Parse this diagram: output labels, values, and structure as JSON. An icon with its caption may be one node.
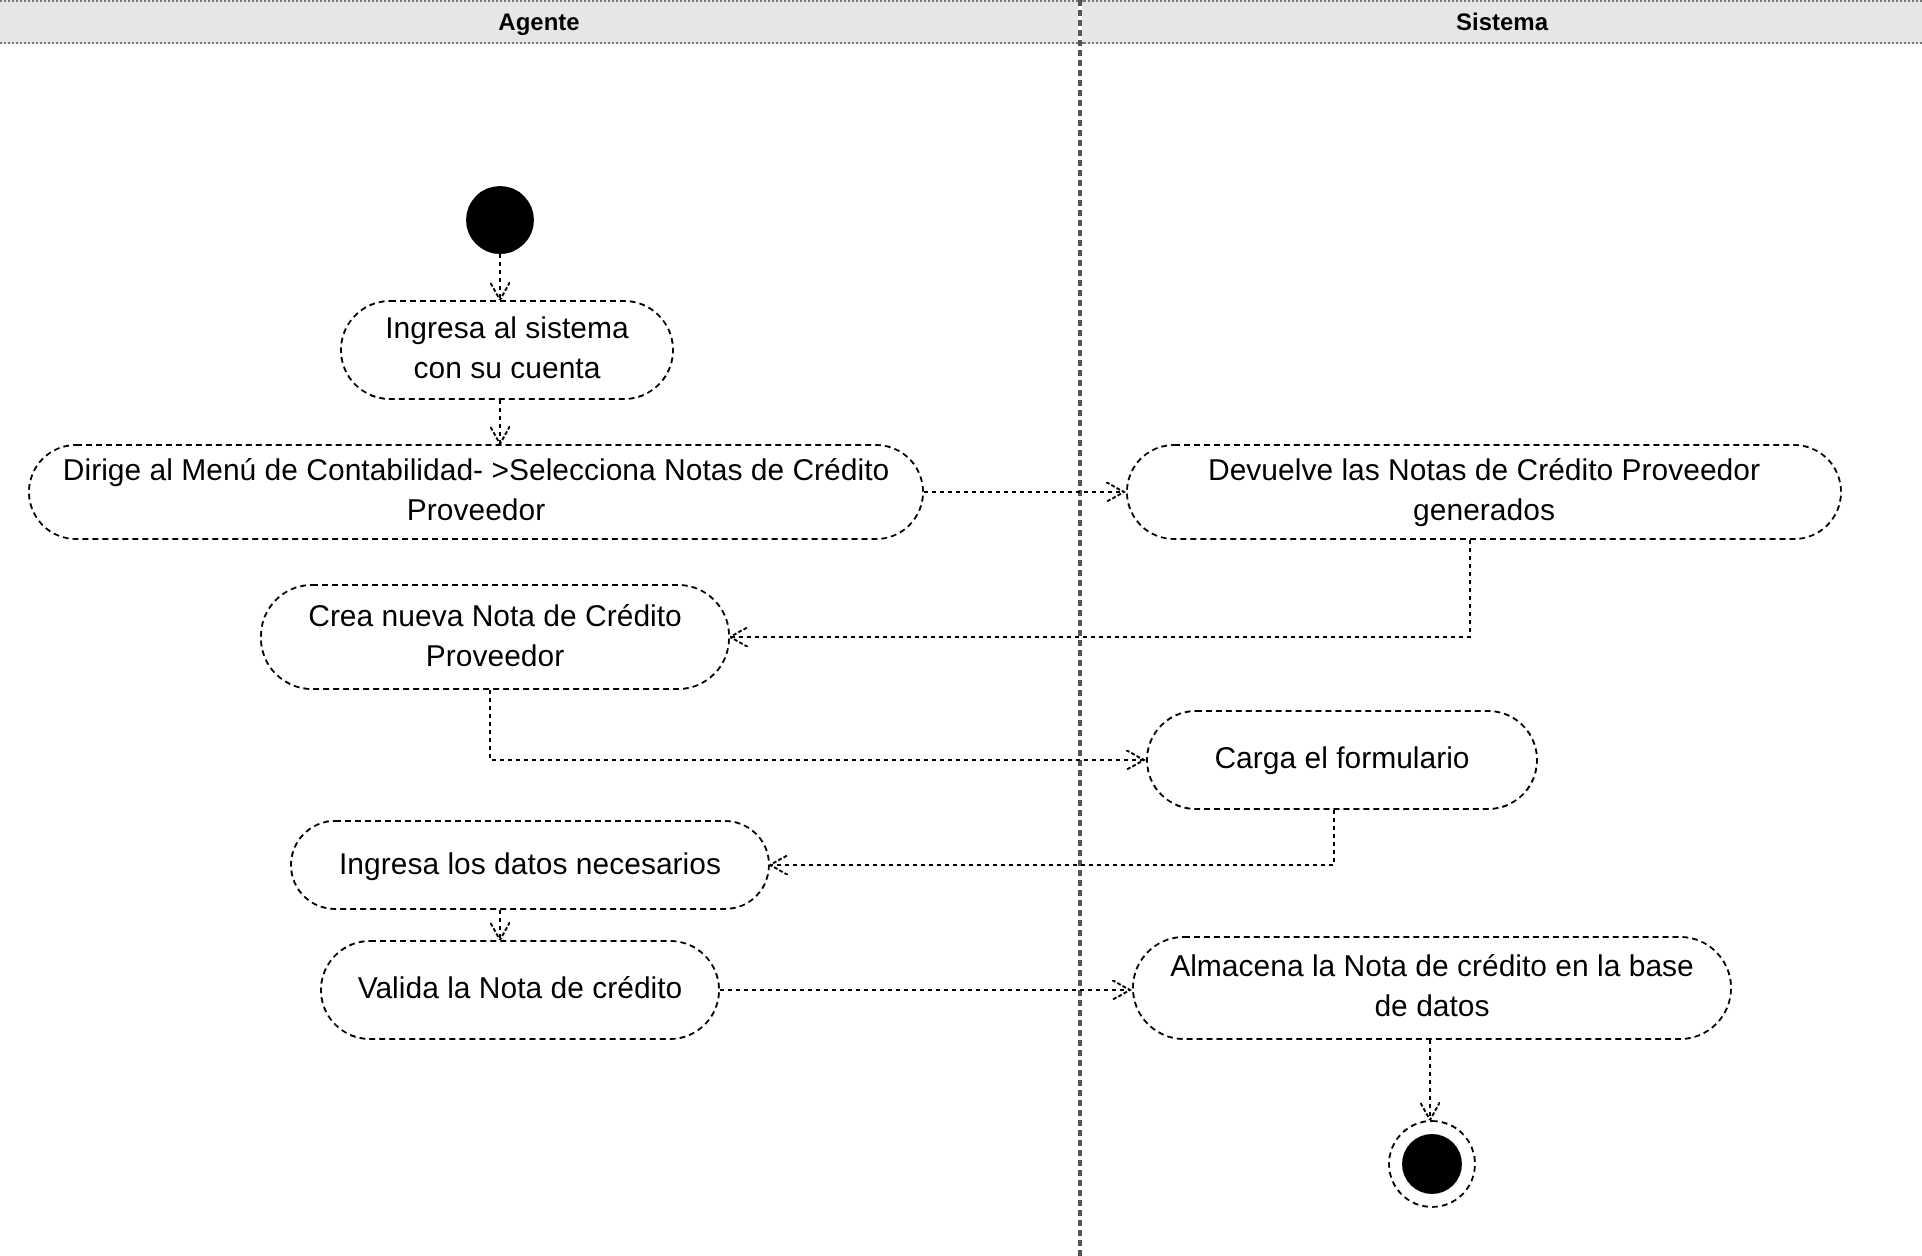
{
  "diagram": {
    "nodes": [
      {
        "text": [
          "Agente"
        ]
      },
      {
        "text": [
          "Sistema"
        ]
      },
      {
        "text": [],
        "shape": "circle",
        "in": 0
      },
      {
        "text": [
          "Ingresa al sistema con su cuenta"
        ],
        "in": 0
      },
      {
        "text": [
          "Dirige al Menú de Contabilidad- >Selecciona Notas de Crédito Proveedor"
        ],
        "in": 0
      },
      {
        "text": [
          "Devuelve las Notas de Crédito Proveedor generados"
        ],
        "in": 1
      },
      {
        "text": [
          "Crea nueva Nota de Crédito Proveedor"
        ],
        "in": 0
      },
      {
        "text": [
          "Carga el formulario"
        ],
        "in": 1
      },
      {
        "text": [
          "Ingresa los datos necesarios"
        ],
        "in": 0
      },
      {
        "text": [
          "Valida la Nota de crédito"
        ],
        "in": 0
      },
      {
        "text": [
          "Almacena la Nota de crédito en la base de datos"
        ],
        "in": 1
      },
      {
        "text": [],
        "shape": "circle",
        "in": 1
      }
    ],
    "edges": [
      {
        "from": 2,
        "to": 3,
        "arrow": "to"
      },
      {
        "from": 3,
        "to": 4,
        "arrow": "to"
      },
      {
        "from": 4,
        "to": 5,
        "arrow": "to"
      },
      {
        "from": 5,
        "to": 6,
        "arrow": "to"
      },
      {
        "from": 6,
        "to": 7,
        "arrow": "to"
      },
      {
        "from": 7,
        "to": 8,
        "arrow": "to"
      },
      {
        "from": 8,
        "to": 9,
        "arrow": "to"
      },
      {
        "from": 9,
        "to": 10,
        "arrow": "to"
      },
      {
        "from": 10,
        "to": 11,
        "arrow": "to"
      }
    ]
  }
}
